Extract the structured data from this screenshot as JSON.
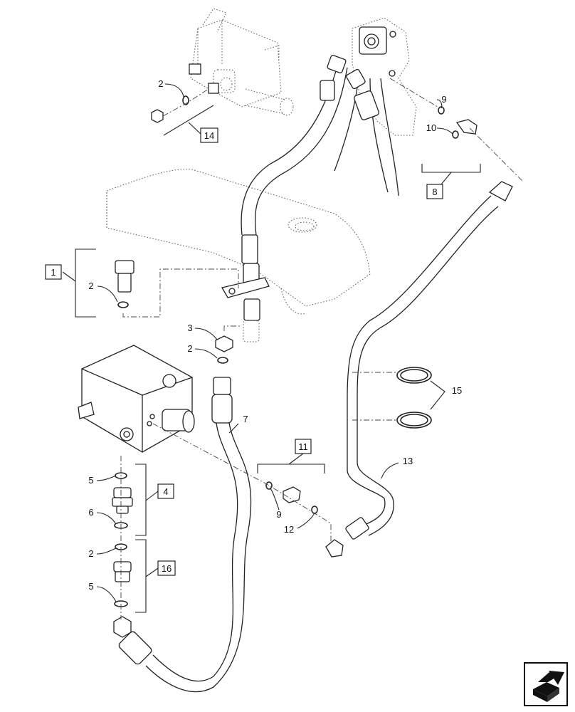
{
  "callouts": [
    {
      "id": "c1",
      "text": "1",
      "boxed": true
    },
    {
      "id": "c2a",
      "text": "2",
      "boxed": false
    },
    {
      "id": "c2b",
      "text": "2",
      "boxed": false
    },
    {
      "id": "c2c",
      "text": "2",
      "boxed": false
    },
    {
      "id": "c2d",
      "text": "2",
      "boxed": false
    },
    {
      "id": "c3",
      "text": "3",
      "boxed": false
    },
    {
      "id": "c4",
      "text": "4",
      "boxed": true
    },
    {
      "id": "c5a",
      "text": "5",
      "boxed": false
    },
    {
      "id": "c5b",
      "text": "5",
      "boxed": false
    },
    {
      "id": "c6",
      "text": "6",
      "boxed": false
    },
    {
      "id": "c7",
      "text": "7",
      "boxed": false
    },
    {
      "id": "c8",
      "text": "8",
      "boxed": true
    },
    {
      "id": "c9a",
      "text": "9",
      "boxed": false
    },
    {
      "id": "c9b",
      "text": "9",
      "boxed": false
    },
    {
      "id": "c10",
      "text": "10",
      "boxed": false
    },
    {
      "id": "c11",
      "text": "11",
      "boxed": true
    },
    {
      "id": "c12",
      "text": "12",
      "boxed": false
    },
    {
      "id": "c13",
      "text": "13",
      "boxed": false
    },
    {
      "id": "c14",
      "text": "14",
      "boxed": true
    },
    {
      "id": "c15",
      "text": "15",
      "boxed": false
    },
    {
      "id": "c16",
      "text": "16",
      "boxed": true
    }
  ],
  "icons": {
    "navigation": "next-page-arrow-icon"
  }
}
